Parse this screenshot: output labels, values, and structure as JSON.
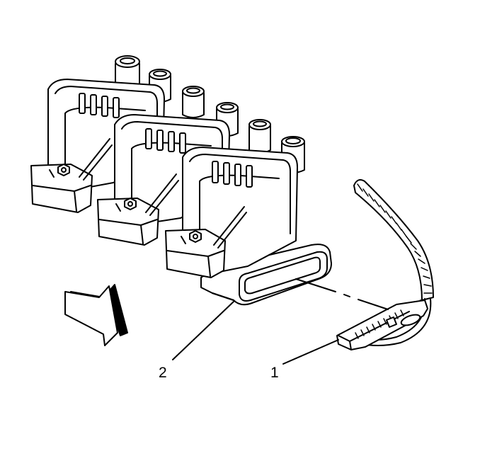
{
  "callouts": [
    {
      "id": "1",
      "label": "1"
    },
    {
      "id": "2",
      "label": "2"
    }
  ],
  "colors": {
    "line": "#000000",
    "background": "#ffffff",
    "shadow": "#000000"
  }
}
